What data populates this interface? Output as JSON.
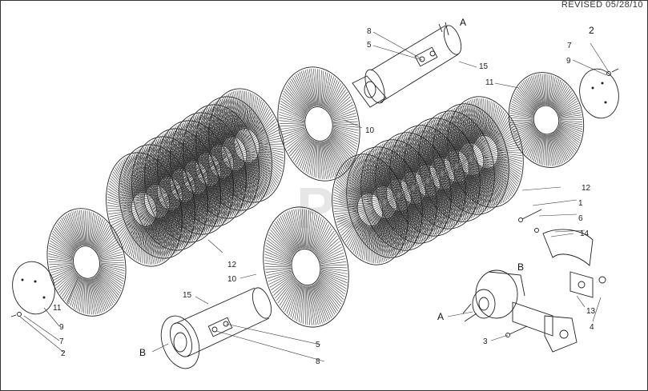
{
  "header": {
    "revised": "REVISED  05/28/10"
  },
  "watermark": "PS",
  "labels": [
    {
      "id": "l8a",
      "text": "8"
    },
    {
      "id": "l5a",
      "text": "5"
    },
    {
      "id": "lAa",
      "text": "A"
    },
    {
      "id": "l15a",
      "text": "15"
    },
    {
      "id": "l2a",
      "text": "2"
    },
    {
      "id": "l7a",
      "text": "7"
    },
    {
      "id": "l9a",
      "text": "9"
    },
    {
      "id": "l11a",
      "text": "11"
    },
    {
      "id": "l10a",
      "text": "10"
    },
    {
      "id": "l12a",
      "text": "12"
    },
    {
      "id": "l1",
      "text": "1"
    },
    {
      "id": "l6",
      "text": "6"
    },
    {
      "id": "l14",
      "text": "14"
    },
    {
      "id": "lBb",
      "text": "B"
    },
    {
      "id": "l13",
      "text": "13"
    },
    {
      "id": "l4",
      "text": "4"
    },
    {
      "id": "lAb",
      "text": "A"
    },
    {
      "id": "l3",
      "text": "3"
    },
    {
      "id": "l11b",
      "text": "11"
    },
    {
      "id": "l12b",
      "text": "12"
    },
    {
      "id": "l10b",
      "text": "10"
    },
    {
      "id": "l15b",
      "text": "15"
    },
    {
      "id": "l9b",
      "text": "9"
    },
    {
      "id": "l7b",
      "text": "7"
    },
    {
      "id": "l2b",
      "text": "2"
    },
    {
      "id": "lBa",
      "text": "B"
    },
    {
      "id": "l5b",
      "text": "5"
    },
    {
      "id": "l8b",
      "text": "8"
    }
  ]
}
